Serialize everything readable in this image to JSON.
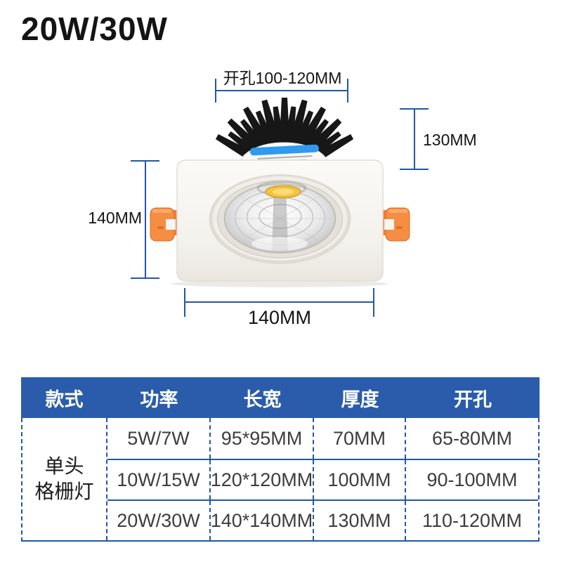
{
  "title": "20W/30W",
  "colors": {
    "accent_blue": "#2456a8",
    "table_header_blue": "#2b5cab",
    "text_dark": "#141414",
    "heatsink_black": "#171717",
    "clip_orange": "#f58d42",
    "cob_yellow": "#f3c440",
    "sticker_blue": "#2f9af0"
  },
  "diagram": {
    "dim_top_label": "开孔100-120MM",
    "dim_right_label": "130MM",
    "dim_left_label": "140MM",
    "dim_bottom_label": "140MM"
  },
  "table": {
    "headers": [
      "款式",
      "功率",
      "长宽",
      "厚度",
      "开孔"
    ],
    "style_label": "单头\n格栅灯",
    "rows": [
      {
        "power": "5W/7W",
        "size": "95*95MM",
        "thickness": "70MM",
        "cutout": "65-80MM"
      },
      {
        "power": "10W/15W",
        "size": "120*120MM",
        "thickness": "100MM",
        "cutout": "90-100MM"
      },
      {
        "power": "20W/30W",
        "size": "140*140MM",
        "thickness": "130MM",
        "cutout": "110-120MM"
      }
    ]
  }
}
